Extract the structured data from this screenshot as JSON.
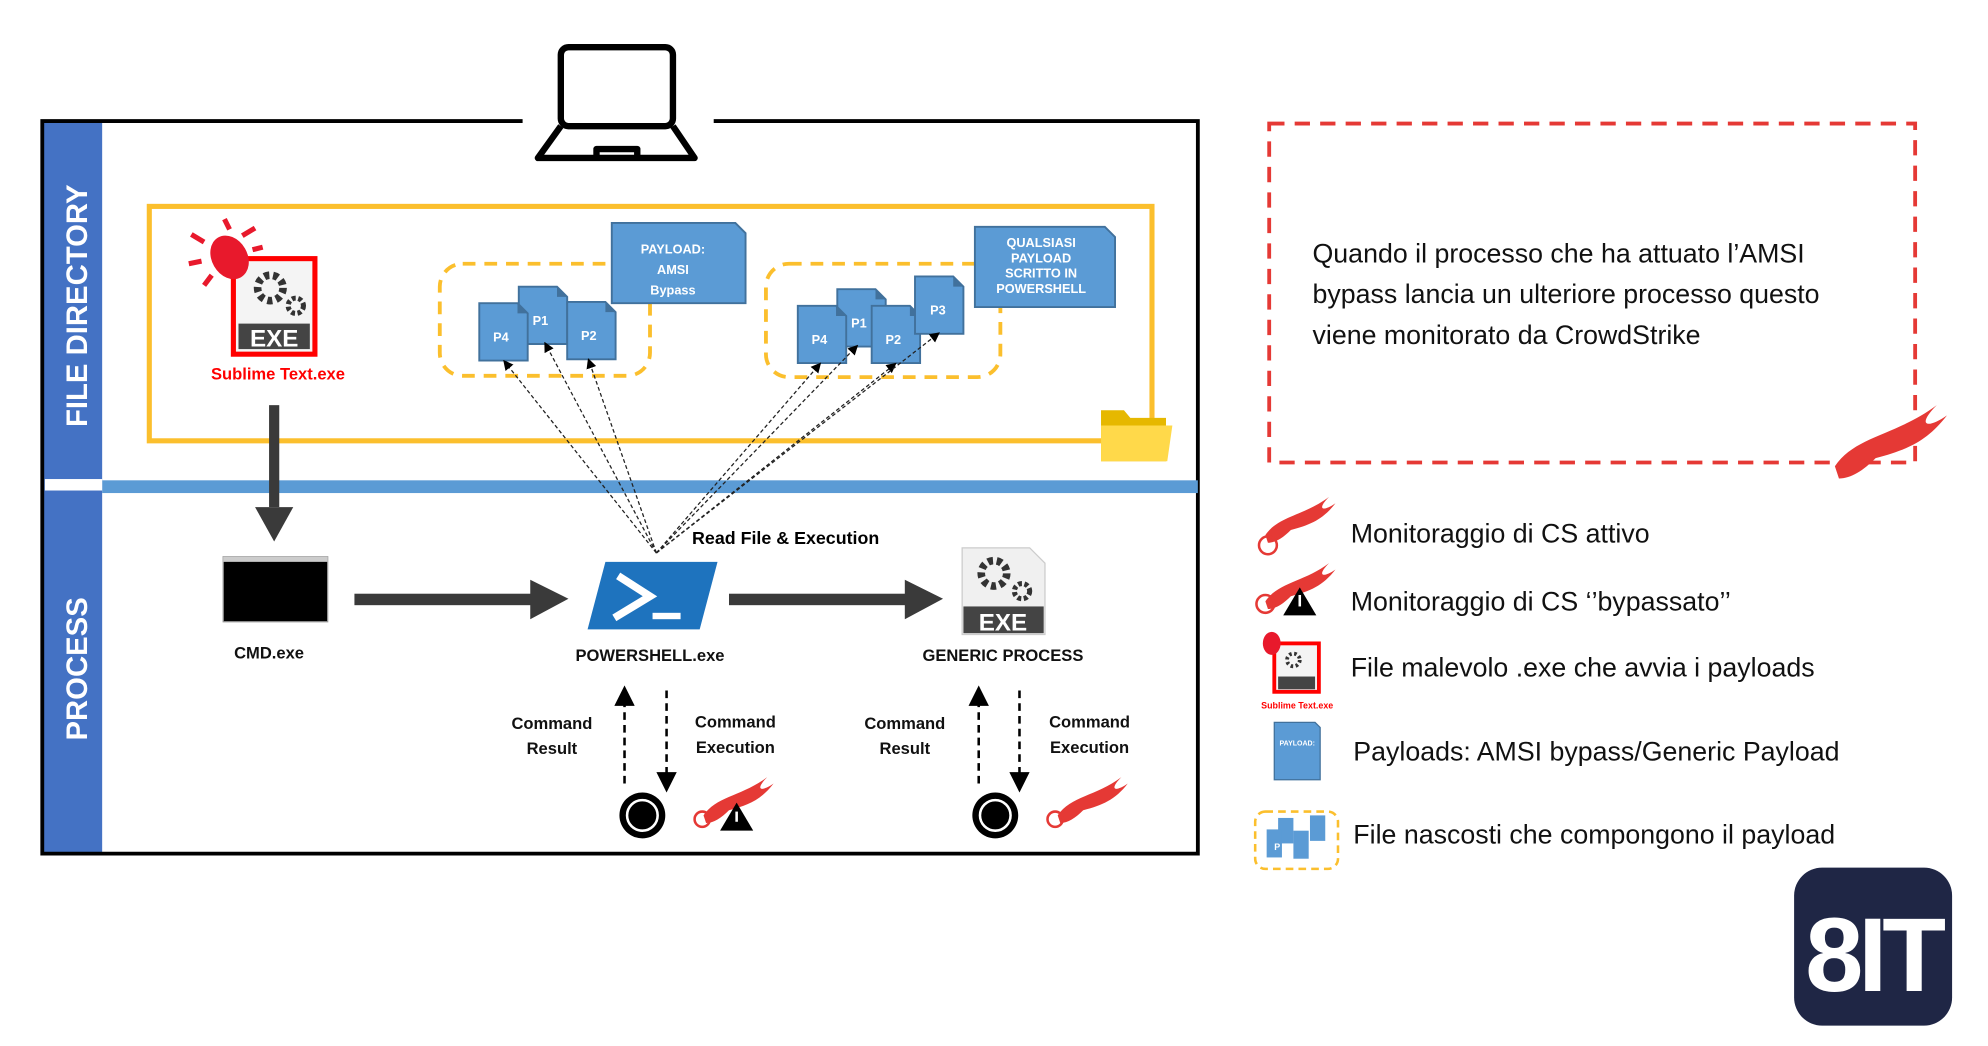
{
  "sections": {
    "file_directory": "FILE DIRECTORY",
    "process": "PROCESS"
  },
  "files": {
    "sublime": "Sublime Text.exe",
    "exe_badge": "EXE",
    "payload_amsi": [
      "PAYLOAD:",
      "AMSI",
      "Bypass"
    ],
    "payload_generic": [
      "QUALSIASI",
      "PAYLOAD",
      "SCRITTO IN",
      "POWERSHELL"
    ],
    "group1": [
      "P4",
      "P1",
      "P2"
    ],
    "group2": [
      "P4",
      "P1",
      "P2",
      "P3"
    ]
  },
  "process": {
    "cmd": "CMD.exe",
    "powershell": "POWERSHELL.exe",
    "generic": "GENERIC PROCESS",
    "read_exec": "Read File & Execution",
    "cmd_result": [
      "Command",
      "Result"
    ],
    "cmd_execution": [
      "Command",
      "Execution"
    ]
  },
  "note": [
    "Quando il processo che ha attuato l’AMSI",
    "bypass lancia un ulteriore processo questo",
    "viene monitorato da CrowdStrike"
  ],
  "legend": [
    {
      "icon": "crowdstrike-active-icon",
      "label": "Monitoraggio di CS attivo"
    },
    {
      "icon": "crowdstrike-bypassed-icon",
      "label": "Monitoraggio di CS ‘’bypassato’’"
    },
    {
      "icon": "malicious-exe-icon",
      "label": "File malevolo .exe che avvia i payloads",
      "sub": "Sublime Text.exe"
    },
    {
      "icon": "payload-file-icon",
      "label": "Payloads: AMSI bypass/Generic Payload",
      "sub": "PAYLOAD:"
    },
    {
      "icon": "hidden-files-icon",
      "label": "File nascosti che compongono il payload",
      "sub": "P"
    }
  ],
  "logo": "8IT",
  "colors": {
    "blue": "#4472C4",
    "file_blue": "#5B9BD5",
    "yellow": "#FBBF2D",
    "red": "#E53935",
    "navy": "#1F2645"
  }
}
